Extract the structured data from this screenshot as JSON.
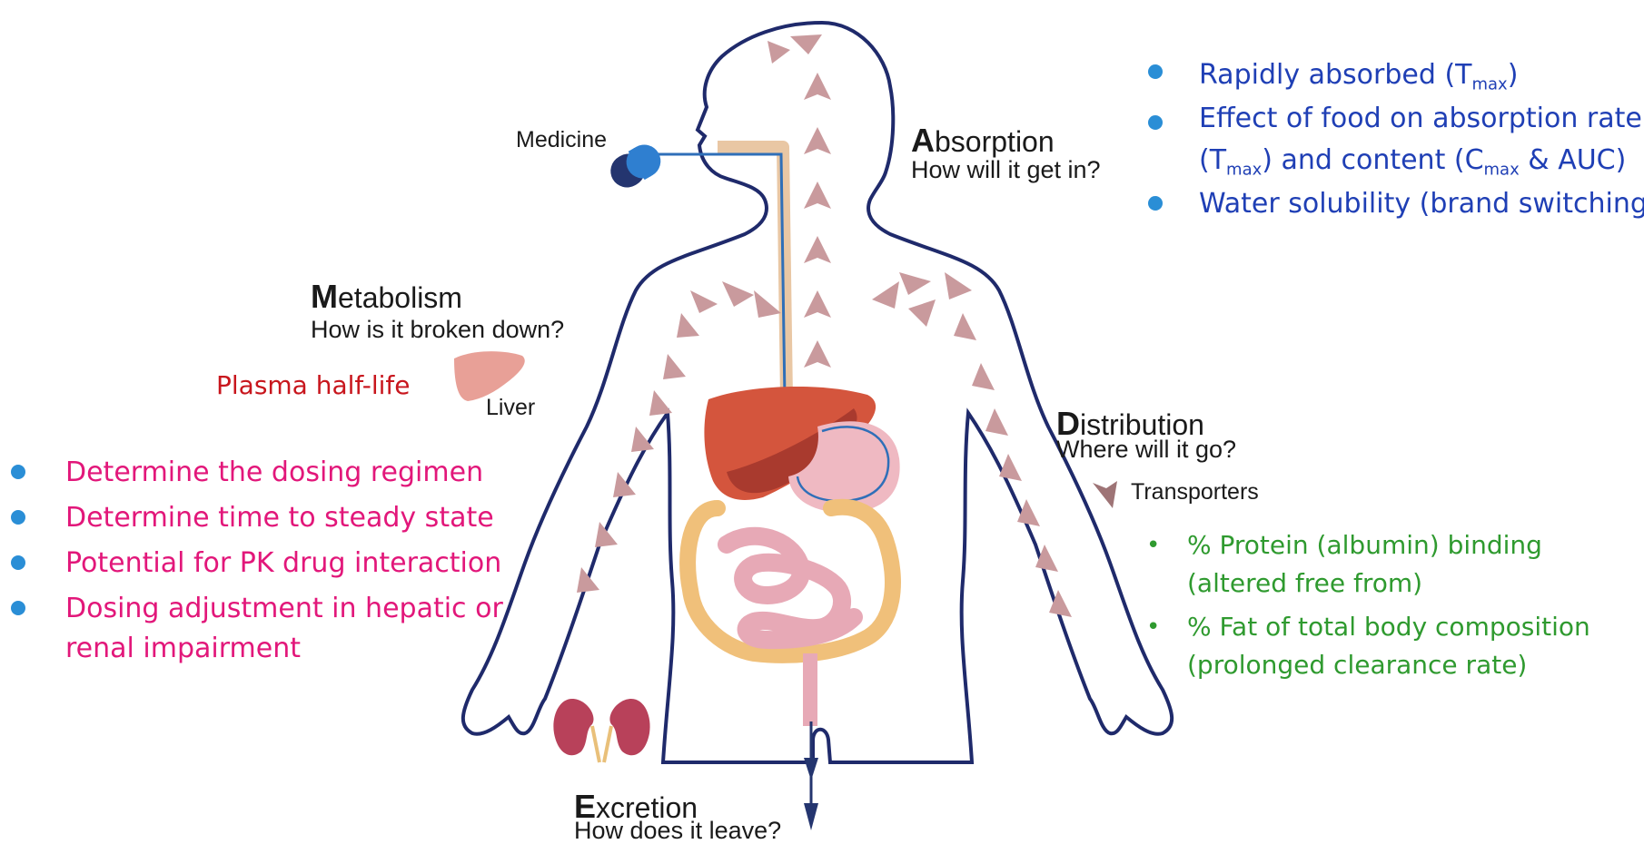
{
  "labels": {
    "medicine": "Medicine",
    "liver": "Liver",
    "transporters": "Transporters",
    "plasma_half_life": "Plasma half-life"
  },
  "stages": {
    "absorption": {
      "cap": "A",
      "rest": "bsorption",
      "question": "How will it get in?"
    },
    "metabolism": {
      "cap": "M",
      "rest": "etabolism",
      "question": "How is it broken down?"
    },
    "distribution": {
      "cap": "D",
      "rest": "istribution",
      "question": "Where will it go?"
    },
    "excretion": {
      "cap": "E",
      "rest": "xcretion",
      "question": "How does it leave?"
    }
  },
  "absorption_notes": {
    "item1": {
      "pre": "Rapidly absorbed (T",
      "sub": "max",
      "post": ")"
    },
    "item2": {
      "line1": "Effect of food on absorption rate",
      "a": "(T",
      "a_sub": "max",
      "b": ") and content (C",
      "b_sub": "max",
      "c": " & AUC)"
    },
    "item3": "Water solubility (brand switching)"
  },
  "metabolism_notes": [
    "Determine the dosing regimen",
    "Determine time to steady state",
    "Potential for PK drug interaction",
    "Dosing adjustment in hepatic or",
    "renal impairment"
  ],
  "distribution_notes": [
    "% Protein (albumin) binding",
    "(altered free from)",
    "% Fat of total body composition",
    "(prolonged clearance rate)"
  ],
  "colors": {
    "body_outline": "#1f2a6b",
    "arrow": "#c99a9d",
    "liver": "#d4553d",
    "intestine": "#e7a9b6",
    "blue_text": "#1f3fb5",
    "pink_text": "#e2177a",
    "green_text": "#2f9a2f",
    "red_text": "#c8161d",
    "pill_light": "#2f7fd0",
    "pill_dark": "#24356f"
  },
  "icons": [
    "bullet-disc-icon",
    "pill-icon",
    "liver-icon",
    "kidney-icon",
    "transporter-arrow-icon"
  ]
}
